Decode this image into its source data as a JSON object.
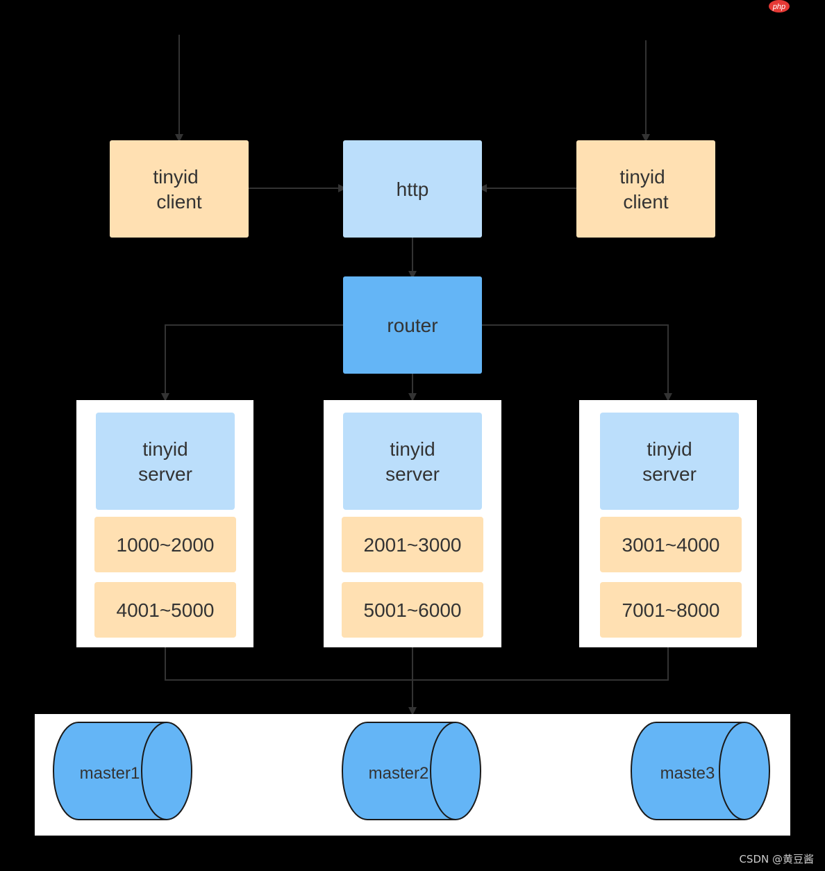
{
  "colors": {
    "background": "#000000",
    "client_fill": "#ffe0b2",
    "http_fill": "#bbdefb",
    "router_fill": "#64b5f6",
    "server_container_fill": "#ffffff",
    "server_fill": "#bbdefb",
    "range_fill": "#ffe0b2",
    "db_fill": "#64b5f6",
    "db_stroke": "#1a1a1a",
    "arrow": "#333333",
    "text": "#333333"
  },
  "clients": [
    {
      "line1": "tinyid",
      "line2": "client"
    },
    {
      "line1": "tinyid",
      "line2": "client"
    }
  ],
  "http": {
    "label": "http"
  },
  "router": {
    "label": "router"
  },
  "servers": [
    {
      "line1": "tinyid",
      "line2": "server",
      "ranges": [
        "1000~2000",
        "4001~5000"
      ]
    },
    {
      "line1": "tinyid",
      "line2": "server",
      "ranges": [
        "2001~3000",
        "5001~6000"
      ]
    },
    {
      "line1": "tinyid",
      "line2": "server",
      "ranges": [
        "3001~4000",
        "7001~8000"
      ]
    }
  ],
  "databases": [
    {
      "label": "master1"
    },
    {
      "label": "master2"
    },
    {
      "label": "maste3"
    }
  ],
  "watermark": {
    "logo_text": "php",
    "credit": "CSDN @黄豆酱"
  }
}
